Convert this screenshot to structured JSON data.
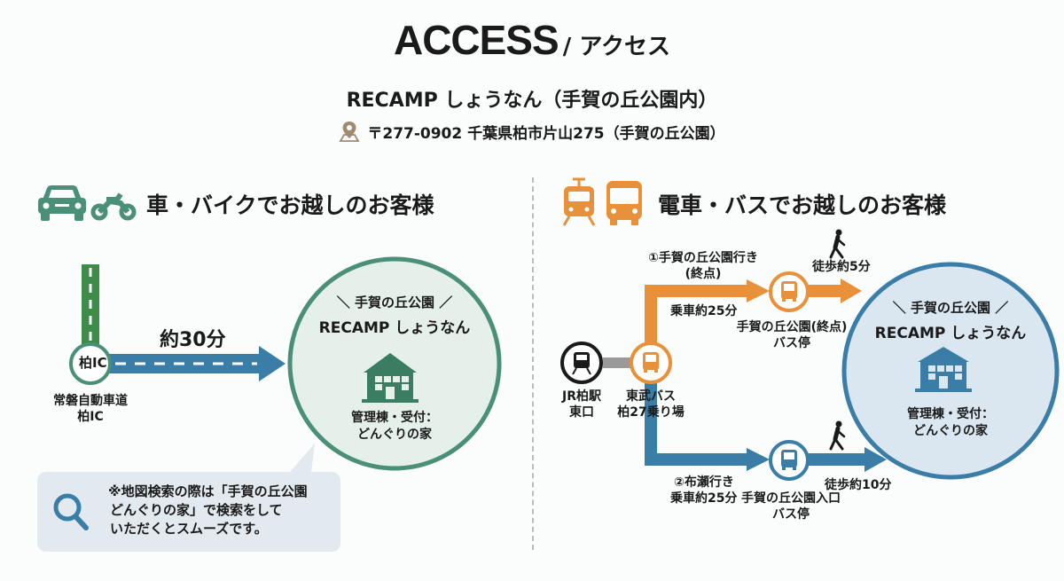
{
  "header": {
    "title": "ACCESS",
    "title_sub": "/ アクセス",
    "facility": "RECAMP しょうなん（手賀の丘公園内）",
    "address_icon": "map-pin-icon",
    "address": "〒277-0902 千葉県柏市片山275（手賀の丘公園）"
  },
  "colors": {
    "green": "#4a8f78",
    "green_dark": "#3b7d63",
    "road_green": "#3e8c4a",
    "blue": "#3a7ea8",
    "orange": "#e8913a",
    "dest_green_bg": "#e6f0eb",
    "dest_blue_bg": "#dbe7f0"
  },
  "car_section": {
    "title": "車・バイクでお越しのお客様",
    "icons": [
      "car-icon",
      "motorcycle-icon"
    ],
    "ic_node": "柏IC",
    "ic_caption_line1": "常磐自動車道",
    "ic_caption_line2": "柏IC",
    "duration": "約30分",
    "destination": {
      "sub": "＼ 手賀の丘公園 ／",
      "name": "RECAMP しょうなん",
      "icon": "building-icon",
      "caption_line1": "管理棟・受付：",
      "caption_line2": "どんぐりの家"
    },
    "note": {
      "icon": "search-icon",
      "line1": "※地図検索の際は「手賀の丘公園",
      "line2": "どんぐりの家」で検索をして",
      "line3": "いただくとスムーズです。"
    }
  },
  "transit_section": {
    "title": "電車・バスでお越しのお客様",
    "icons": [
      "train-icon",
      "bus-icon"
    ],
    "station": {
      "icon": "train-icon",
      "line1": "JR柏駅",
      "line2": "東口"
    },
    "bus_terminal": {
      "icon": "bus-icon",
      "line1": "東武バス",
      "line2": "柏27乗り場"
    },
    "route1": {
      "label_line1": "①手賀の丘公園行き",
      "label_line2": "(終点)",
      "ride": "乗車約25分",
      "stop_line1": "手賀の丘公園(終点)",
      "stop_line2": "バス停",
      "walk_icon": "walking-person-icon",
      "walk": "徒歩約5分"
    },
    "route2": {
      "label_line1": "②布瀬行き",
      "ride": "乗車約25分",
      "stop_line1": "手賀の丘公園入口",
      "stop_line2": "バス停",
      "walk_icon": "walking-person-icon",
      "walk": "徒歩約10分"
    },
    "destination": {
      "sub": "＼ 手賀の丘公園 ／",
      "name": "RECAMP しょうなん",
      "icon": "building-icon",
      "caption_line1": "管理棟・受付：",
      "caption_line2": "どんぐりの家"
    }
  }
}
